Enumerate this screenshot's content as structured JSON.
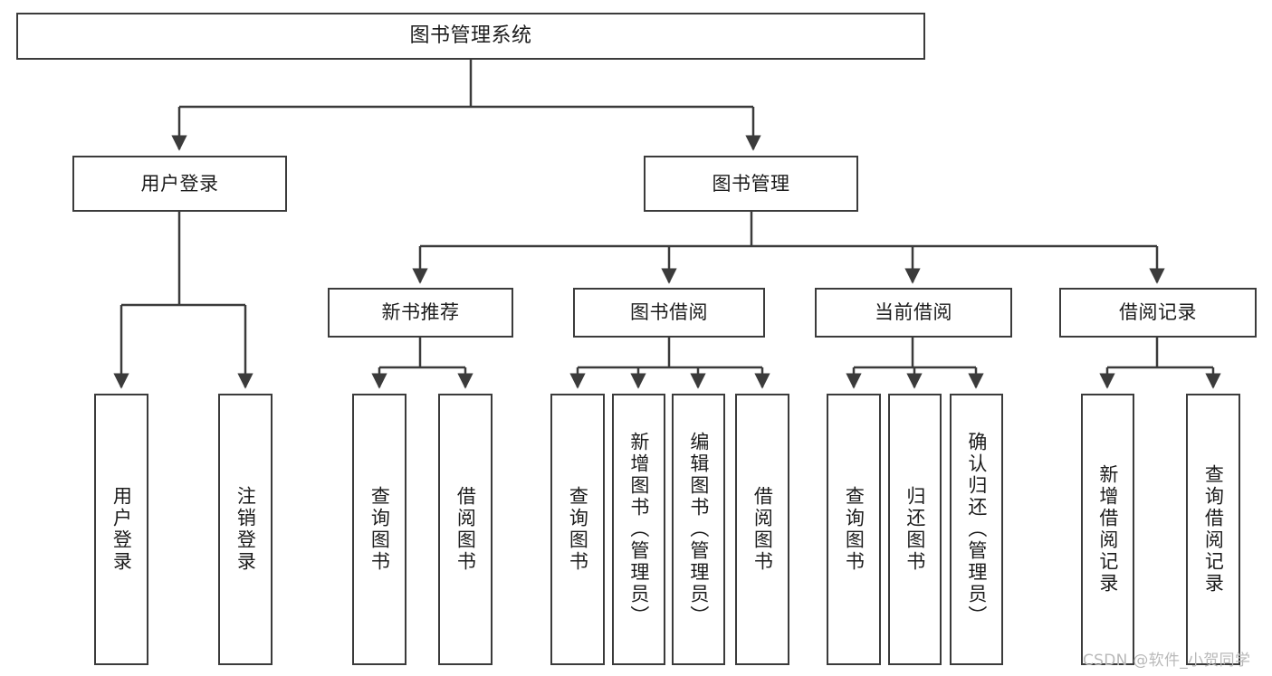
{
  "diagram": {
    "title": "图书管理系统",
    "type": "tree-hierarchy-diagram",
    "root": {
      "id": "root",
      "label": "图书管理系统"
    },
    "level1": [
      {
        "id": "user-login",
        "label": "用户登录"
      },
      {
        "id": "book-manage",
        "label": "图书管理"
      }
    ],
    "level2": [
      {
        "id": "new-book-recommend",
        "label": "新书推荐",
        "parent": "book-manage"
      },
      {
        "id": "book-borrow",
        "label": "图书借阅",
        "parent": "book-manage"
      },
      {
        "id": "current-borrow",
        "label": "当前借阅",
        "parent": "book-manage"
      },
      {
        "id": "borrow-record",
        "label": "借阅记录",
        "parent": "book-manage"
      }
    ],
    "leaves": [
      {
        "id": "leaf-user-login",
        "label": "用户登录",
        "parent": "user-login"
      },
      {
        "id": "leaf-logout-login",
        "label": "注销登录",
        "parent": "user-login"
      },
      {
        "id": "leaf-query-book-1",
        "label": "查询图书",
        "parent": "new-book-recommend"
      },
      {
        "id": "leaf-borrow-book-1",
        "label": "借阅图书",
        "parent": "new-book-recommend"
      },
      {
        "id": "leaf-query-book-2",
        "label": "查询图书",
        "parent": "book-borrow"
      },
      {
        "id": "leaf-add-book",
        "label": "新增图书（管理员）",
        "parent": "book-borrow"
      },
      {
        "id": "leaf-edit-book",
        "label": "编辑图书（管理员）",
        "parent": "book-borrow"
      },
      {
        "id": "leaf-borrow-book-2",
        "label": "借阅图书",
        "parent": "book-borrow"
      },
      {
        "id": "leaf-query-book-3",
        "label": "查询图书",
        "parent": "current-borrow"
      },
      {
        "id": "leaf-return-book",
        "label": "归还图书",
        "parent": "current-borrow"
      },
      {
        "id": "leaf-confirm-return",
        "label": "确认归还（管理员）",
        "parent": "current-borrow"
      },
      {
        "id": "leaf-add-record",
        "label": "新增借阅记录",
        "parent": "borrow-record"
      },
      {
        "id": "leaf-query-record",
        "label": "查询借阅记录",
        "parent": "borrow-record"
      }
    ],
    "colors": {
      "stroke": "#3b3b3b",
      "text": "#1c1c1c",
      "background": "#ffffff",
      "watermark": "#b9b9b9"
    }
  },
  "watermark": {
    "text": "CSDN @软件_小贺同学"
  }
}
